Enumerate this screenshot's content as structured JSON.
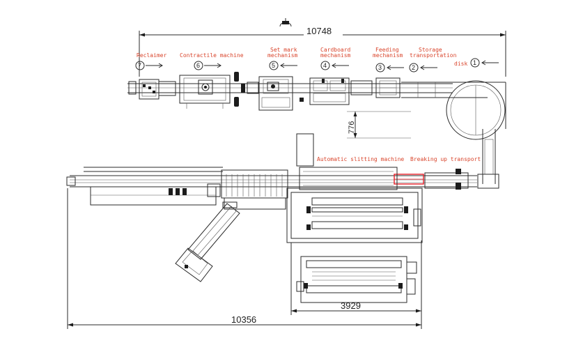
{
  "dimensions": {
    "top_width": "10748",
    "vertical_offset": "776",
    "bottom_width": "10356",
    "slitter_width": "3929"
  },
  "stations": [
    {
      "num": "7",
      "label": "Reclaimer"
    },
    {
      "num": "6",
      "label": "Contractile machine"
    },
    {
      "num": "5",
      "label": "Set mark mechanism"
    },
    {
      "num": "4",
      "label": "Cardboard mechanism"
    },
    {
      "num": "3",
      "label": "Feeding mechanism"
    },
    {
      "num": "2",
      "label": "Storage transportation"
    },
    {
      "num": "1",
      "label": "disk"
    }
  ],
  "lower_labels": {
    "slitting": "Automatic slitting machine",
    "breaking": "Breaking up transport"
  },
  "colors": {
    "label": "#d9442b",
    "line": "#2a2a2a",
    "highlight": "#e8212b"
  }
}
